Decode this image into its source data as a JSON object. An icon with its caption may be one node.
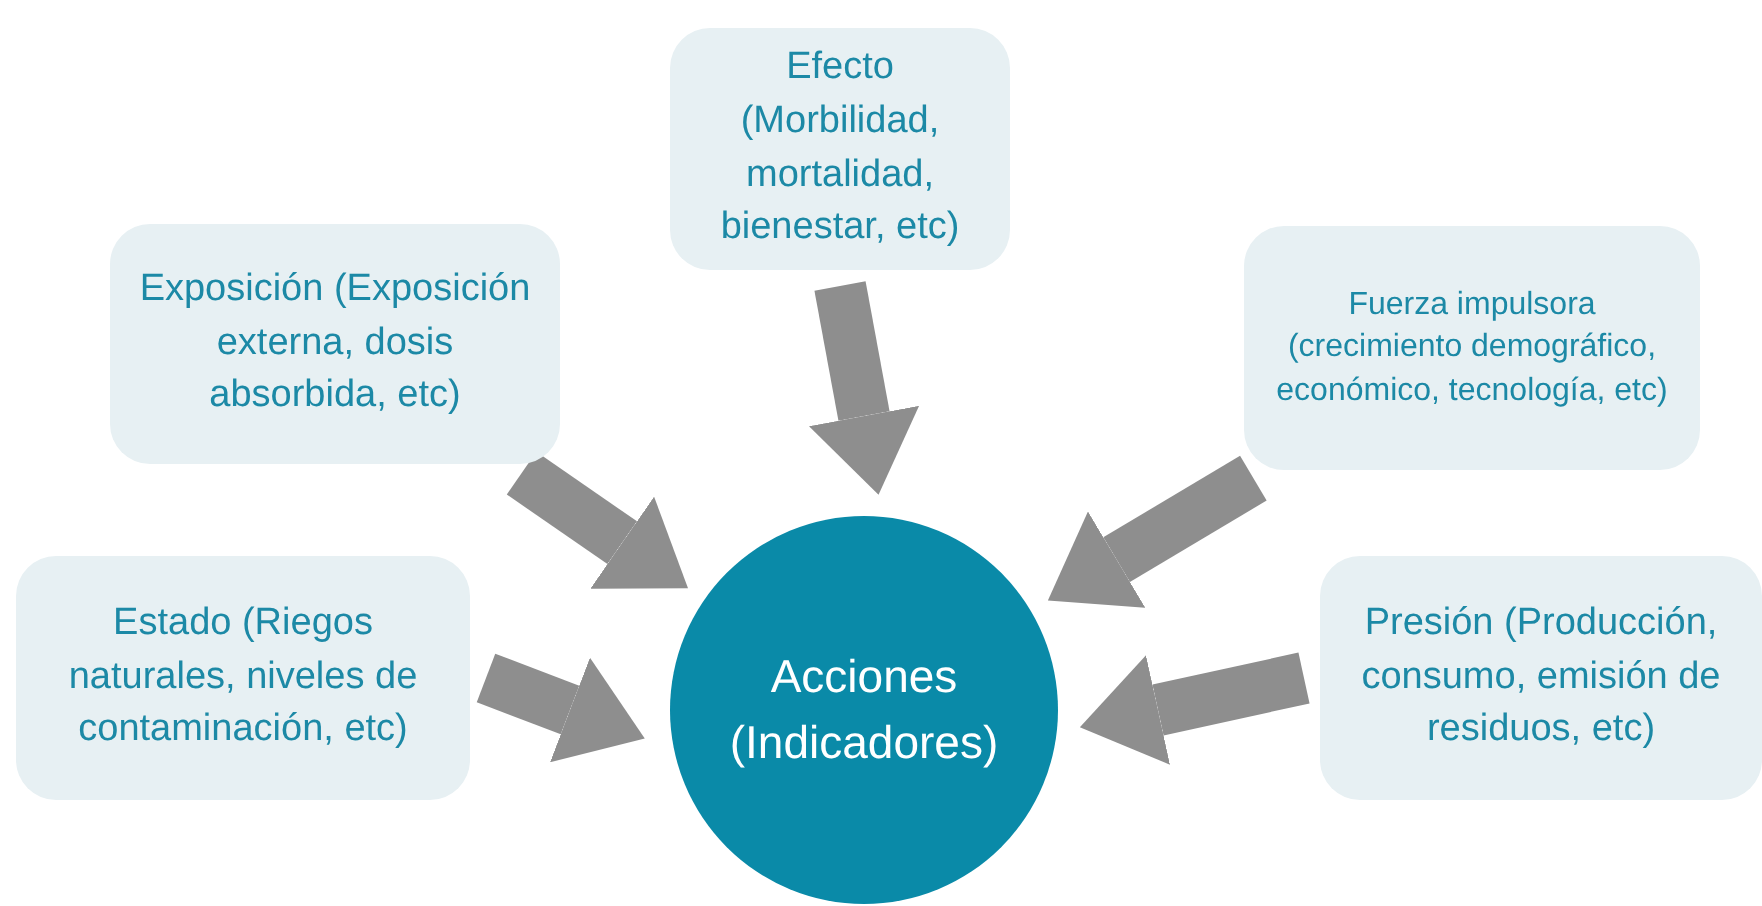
{
  "diagram": {
    "nodes": [
      {
        "text": [
          "Efecto (Morbilidad, mortalidad, bienestar, etc)"
        ]
      },
      {
        "text": [
          "Exposición (Exposición externa, dosis absorbida, etc)"
        ]
      },
      {
        "text": [
          "Fuerza impulsora (crecimiento demográfico, económico, tecnología, etc)"
        ]
      },
      {
        "text": [
          "Acciones (Indicadores)"
        ]
      },
      {
        "text": [
          "Estado  (Riegos naturales, niveles de contaminación, etc)"
        ]
      },
      {
        "text": [
          "Presión (Producción, consumo, emisión de residuos, etc)"
        ]
      }
    ],
    "edges": [
      {
        "from": 0,
        "to": 3,
        "arrow": "to"
      },
      {
        "from": 1,
        "to": 3,
        "arrow": "to"
      },
      {
        "from": 2,
        "to": 3,
        "arrow": "to"
      },
      {
        "from": 4,
        "to": 3,
        "arrow": "to"
      },
      {
        "from": 5,
        "to": 3,
        "arrow": "to"
      }
    ]
  }
}
